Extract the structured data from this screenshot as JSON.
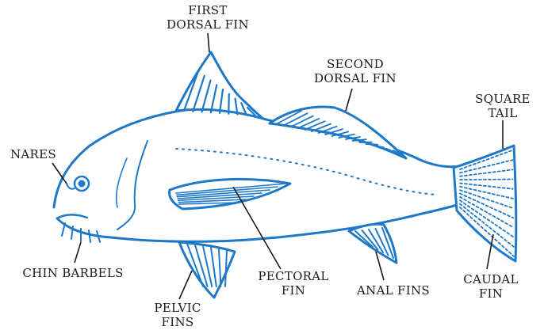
{
  "diagram": {
    "labels": {
      "first_dorsal_fin": [
        "FIRST",
        "DORSAL FIN"
      ],
      "second_dorsal_fin": [
        "SECOND",
        "DORSAL FIN"
      ],
      "square_tail": [
        "SQUARE",
        "TAIL"
      ],
      "nares": [
        "NARES"
      ],
      "chin_barbels": [
        "CHIN BARBELS"
      ],
      "pectoral_fin": [
        "PECTORAL",
        "FIN"
      ],
      "anal_fins": [
        "ANAL FINS"
      ],
      "caudal_fin": [
        "CAUDAL",
        "FIN"
      ],
      "pelvic_fins": [
        "PELVIC",
        "FINS"
      ]
    },
    "colors": {
      "fish_line": "#1e78c8",
      "leader_line": "#1a1a1a",
      "label_text": "#1a1a1a",
      "background": "#ffffff"
    }
  }
}
